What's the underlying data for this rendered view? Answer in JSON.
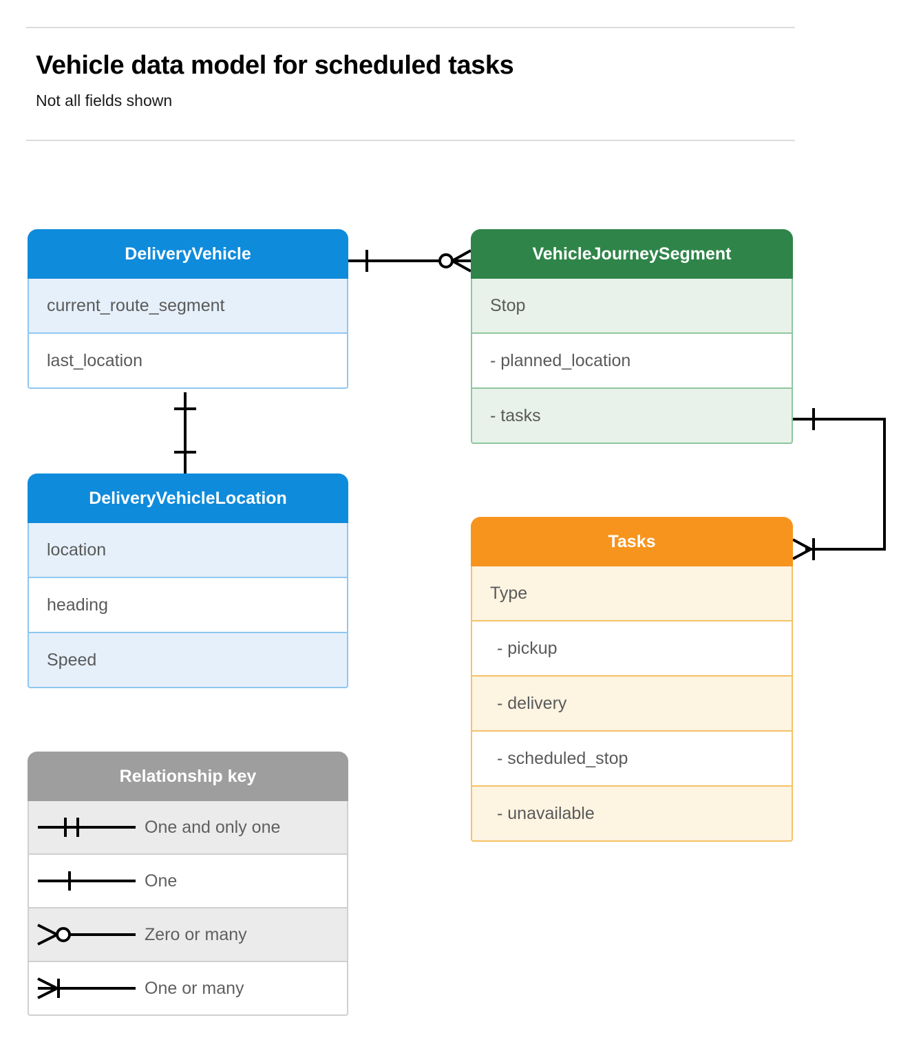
{
  "header": {
    "title": "Vehicle data model for scheduled tasks",
    "subtitle": "Not all fields shown"
  },
  "colors": {
    "blue_header": "#0f8bdc",
    "blue_row_alt": "#e5f0fb",
    "blue_border": "#8fc6f1",
    "green_header": "#2f8549",
    "green_row_alt": "#e8f2ea",
    "green_border": "#8dc79d",
    "orange_header": "#f7941e",
    "orange_row_alt": "#fdf4e2",
    "orange_border": "#f5c165",
    "gray_header": "#9e9e9e",
    "gray_row_alt": "#ebebeb",
    "gray_border": "#cfcfcf",
    "rule": "#dcdcdc",
    "row_text": "#5a5a5a",
    "connector": "#000000"
  },
  "entities": [
    {
      "id": "delivery-vehicle",
      "title": "DeliveryVehicle",
      "rows": [
        {
          "label": "current_route_segment",
          "shade": "alt",
          "sub": false
        },
        {
          "label": "last_location",
          "shade": "plain",
          "sub": false
        }
      ]
    },
    {
      "id": "vehicle-journey-segment",
      "title": "VehicleJourneySegment",
      "rows": [
        {
          "label": "Stop",
          "shade": "alt",
          "sub": false
        },
        {
          "label": "-  planned_location",
          "shade": "plain",
          "sub": false
        },
        {
          "label": "- tasks",
          "shade": "alt",
          "sub": false
        }
      ]
    },
    {
      "id": "delivery-vehicle-location",
      "title": "DeliveryVehicleLocation",
      "rows": [
        {
          "label": "location",
          "shade": "alt",
          "sub": false
        },
        {
          "label": "heading",
          "shade": "plain",
          "sub": false
        },
        {
          "label": "Speed",
          "shade": "alt",
          "sub": false
        }
      ]
    },
    {
      "id": "tasks",
      "title": "Tasks",
      "rows": [
        {
          "label": "Type",
          "shade": "alt",
          "sub": false
        },
        {
          "label": "-  pickup",
          "shade": "plain",
          "sub": true
        },
        {
          "label": "-  delivery",
          "shade": "alt",
          "sub": true
        },
        {
          "label": "-  scheduled_stop",
          "shade": "plain",
          "sub": true
        },
        {
          "label": "-  unavailable",
          "shade": "alt",
          "sub": true
        }
      ]
    }
  ],
  "legend": {
    "title": "Relationship key",
    "items": [
      {
        "label": "One and only one",
        "symbol": "one-and-only-one",
        "shade": "alt"
      },
      {
        "label": "One",
        "symbol": "one",
        "shade": "plain"
      },
      {
        "label": "Zero or many",
        "symbol": "zero-or-many",
        "shade": "alt"
      },
      {
        "label": "One or many",
        "symbol": "one-or-many",
        "shade": "plain"
      }
    ]
  },
  "relationships": [
    {
      "id": "deliveryvehicle-to-vehiclejourneysegment",
      "from": "DeliveryVehicle",
      "to": "VehicleJourneySegment",
      "from_cardinality": "One",
      "to_cardinality": "Zero or many"
    },
    {
      "id": "deliveryvehicle-to-deliveryvehiclelocation",
      "from": "DeliveryVehicle",
      "to": "DeliveryVehicleLocation",
      "from_cardinality": "One",
      "to_cardinality": "One"
    },
    {
      "id": "vehiclejourneysegment-tasks-to-tasks",
      "from": "VehicleJourneySegment.tasks",
      "to": "Tasks",
      "from_cardinality": "One",
      "to_cardinality": "One or many"
    }
  ]
}
